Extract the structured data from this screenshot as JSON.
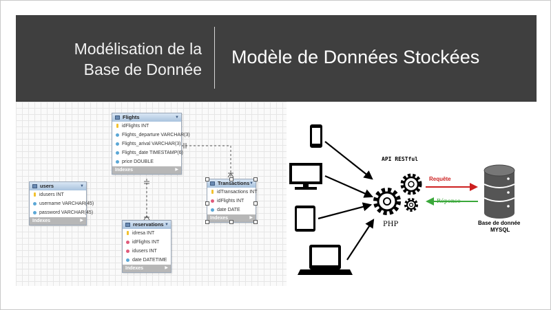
{
  "slide": {
    "section_title_line1": "Modélisation de la",
    "section_title_line2": "Base de Donnée",
    "main_title": "Modèle de Données Stockées"
  },
  "erd": {
    "tables": {
      "flights": {
        "name": "Flights",
        "columns": [
          "idFlights INT",
          "Flights_departure VARCHAR(3)",
          "Flights_arival VARCHAR(3)",
          "Flights_date TIMESTAMP(6)",
          "price DOUBLE"
        ],
        "footer": "Indexes"
      },
      "users": {
        "name": "users",
        "columns": [
          "idusers INT",
          "username VARCHAR(45)",
          "password VARCHAR(45)"
        ],
        "footer": "Indexes"
      },
      "transactions": {
        "name": "Transactions",
        "columns": [
          "idTransactions INT",
          "idFlights INT",
          "date DATE"
        ],
        "footer": "Indexes"
      },
      "reservations": {
        "name": "reservations",
        "columns": [
          "idresa INT",
          "idFlights INT",
          "idusers INT",
          "date DATETIME"
        ],
        "footer": "Indexes"
      }
    }
  },
  "architecture": {
    "api_label": "API RESTful",
    "php_label": "PHP",
    "request_label": "Requête",
    "response_label": "Réponse",
    "db_label_line1": "Base de donnée",
    "db_label_line2": "MYSQL",
    "colors": {
      "request": "#cc1f1f",
      "response": "#3aa83a"
    }
  }
}
